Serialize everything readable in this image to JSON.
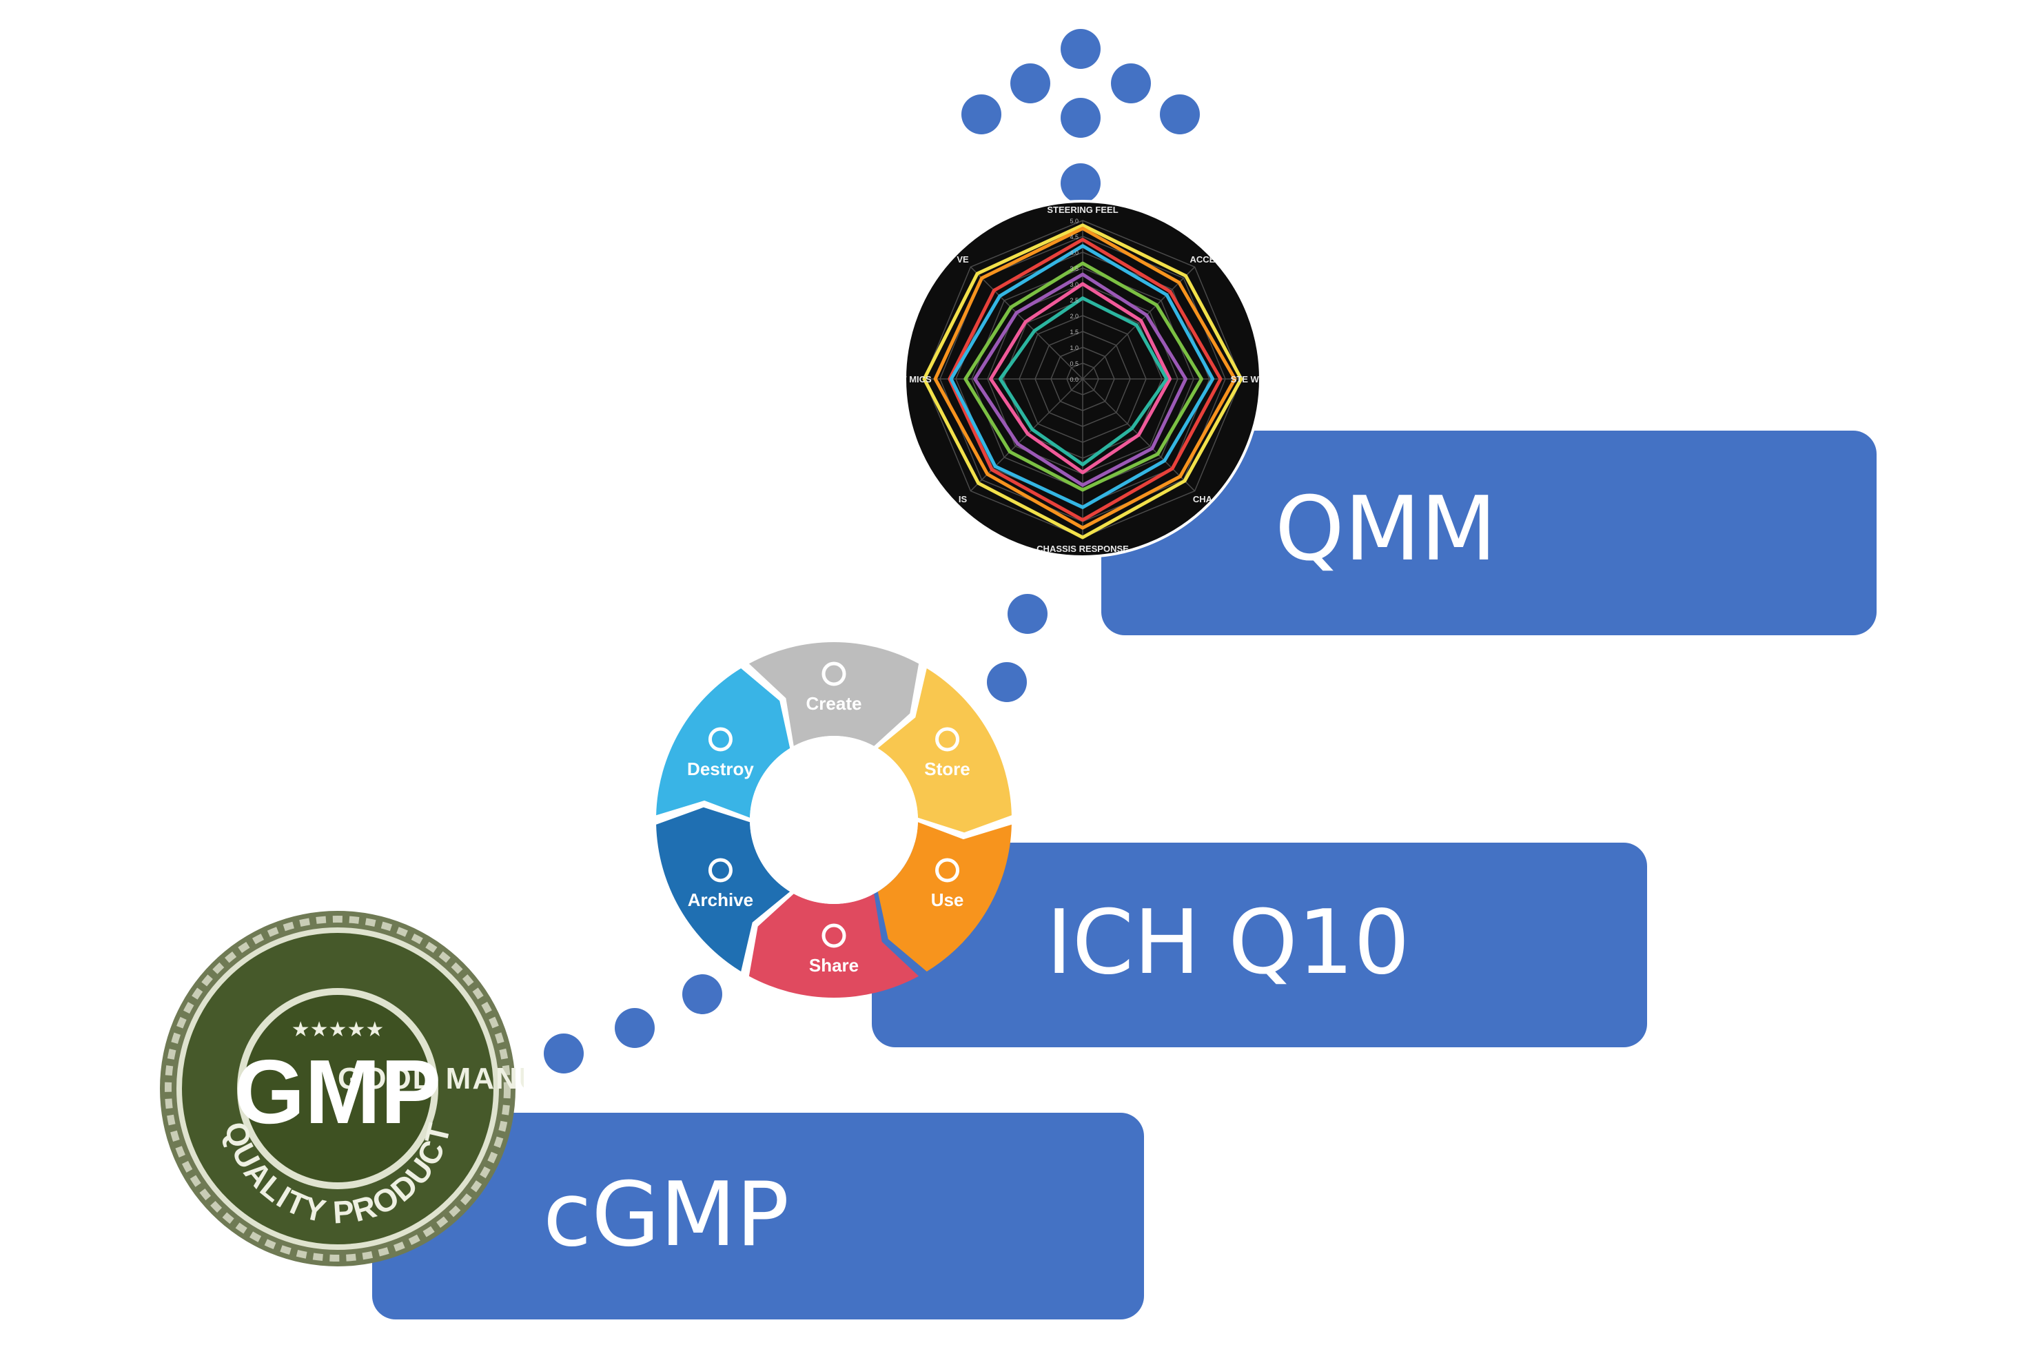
{
  "steps": [
    {
      "label": "cGMP"
    },
    {
      "label": "ICH Q10"
    },
    {
      "label": "QMM"
    }
  ],
  "gmp_seal": {
    "top_text": "GOOD MANUFACTURING PRACTICE",
    "center_text": "GMP",
    "bottom_text": "QUALITY PRODUCT",
    "stars": "★★★★★"
  },
  "lifecycle": {
    "segments": [
      "Create",
      "Store",
      "Use",
      "Share",
      "Archive",
      "Destroy"
    ],
    "colors": [
      "#bdbdbd",
      "#f9c74f",
      "#f7941d",
      "#e04a5f",
      "#1f6fb2",
      "#39b4e6"
    ]
  },
  "radar": {
    "axis_labels": [
      "STEERING FEEL",
      "ACCE",
      "STE W HE",
      "CHA",
      "CHASSIS RESPONSE",
      "IS",
      "HT MICS",
      "VE"
    ],
    "scale_labels": [
      "5.0",
      "4.5",
      "4.0",
      "3.5",
      "3.0",
      "2.5",
      "2.0",
      "1.5",
      "1.0",
      "0.5",
      "0.0"
    ],
    "series_colors": [
      "#f2e14b",
      "#f7931e",
      "#e8413b",
      "#34b6e4",
      "#7bc043",
      "#9b59b6",
      "#f15a9a",
      "#2bb5a0"
    ]
  },
  "colors": {
    "accent": "#4472c4",
    "text_on_accent": "#ffffff"
  }
}
